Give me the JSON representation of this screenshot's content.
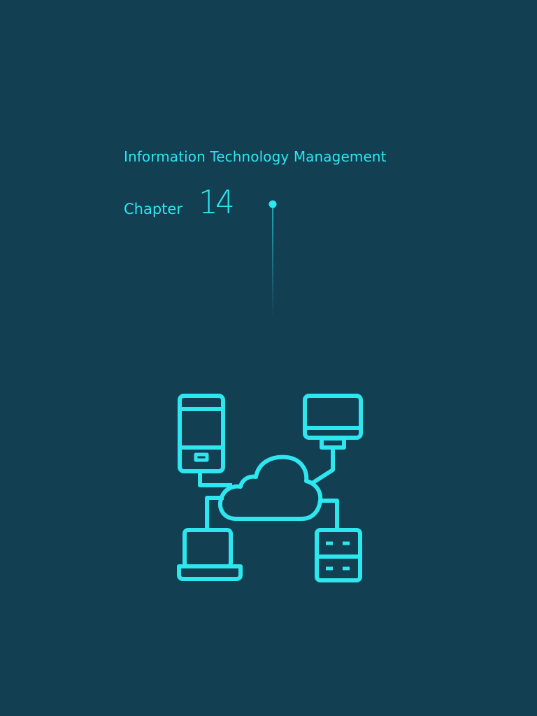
{
  "cover": {
    "course_title": "Information Technology Management",
    "chapter_label": "Chapter",
    "chapter_number": "14"
  },
  "illustration": {
    "icon": "cloud-network-icon",
    "devices": [
      "mobile-phone-icon",
      "desktop-monitor-icon",
      "laptop-icon",
      "server-icon",
      "cloud-icon"
    ]
  },
  "colors": {
    "background": "#123f52",
    "accent": "#2ee6ee"
  }
}
